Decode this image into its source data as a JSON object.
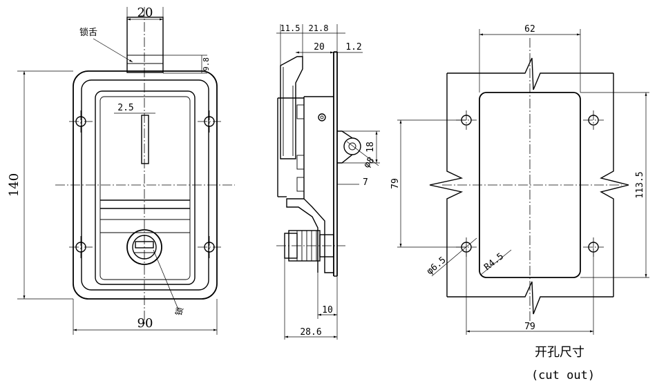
{
  "front_view": {
    "dim_top_width": "20",
    "dim_tongue_height": "9.8",
    "dim_slot": "2.5",
    "dim_height": "140",
    "dim_width": "90",
    "label_tongue": "锁舌",
    "label_lock": "锁"
  },
  "side_view": {
    "dim_11_5": "11.5",
    "dim_21_8": "21.8",
    "dim_20": "20",
    "dim_1_2": "1.2",
    "dim_18": "18",
    "dim_phi8": "φ8",
    "dim_7": "7",
    "dim_10": "10",
    "dim_28_6": "28.6"
  },
  "cutout_view": {
    "dim_62": "62",
    "dim_79_vertical": "79",
    "dim_113_5": "113.5",
    "dim_79_horizontal": "79",
    "dim_phi6_5": "φ6.5",
    "dim_r4_5": "R4.5",
    "caption_cn": "开孔尺寸",
    "caption_en": "(cut out)"
  }
}
